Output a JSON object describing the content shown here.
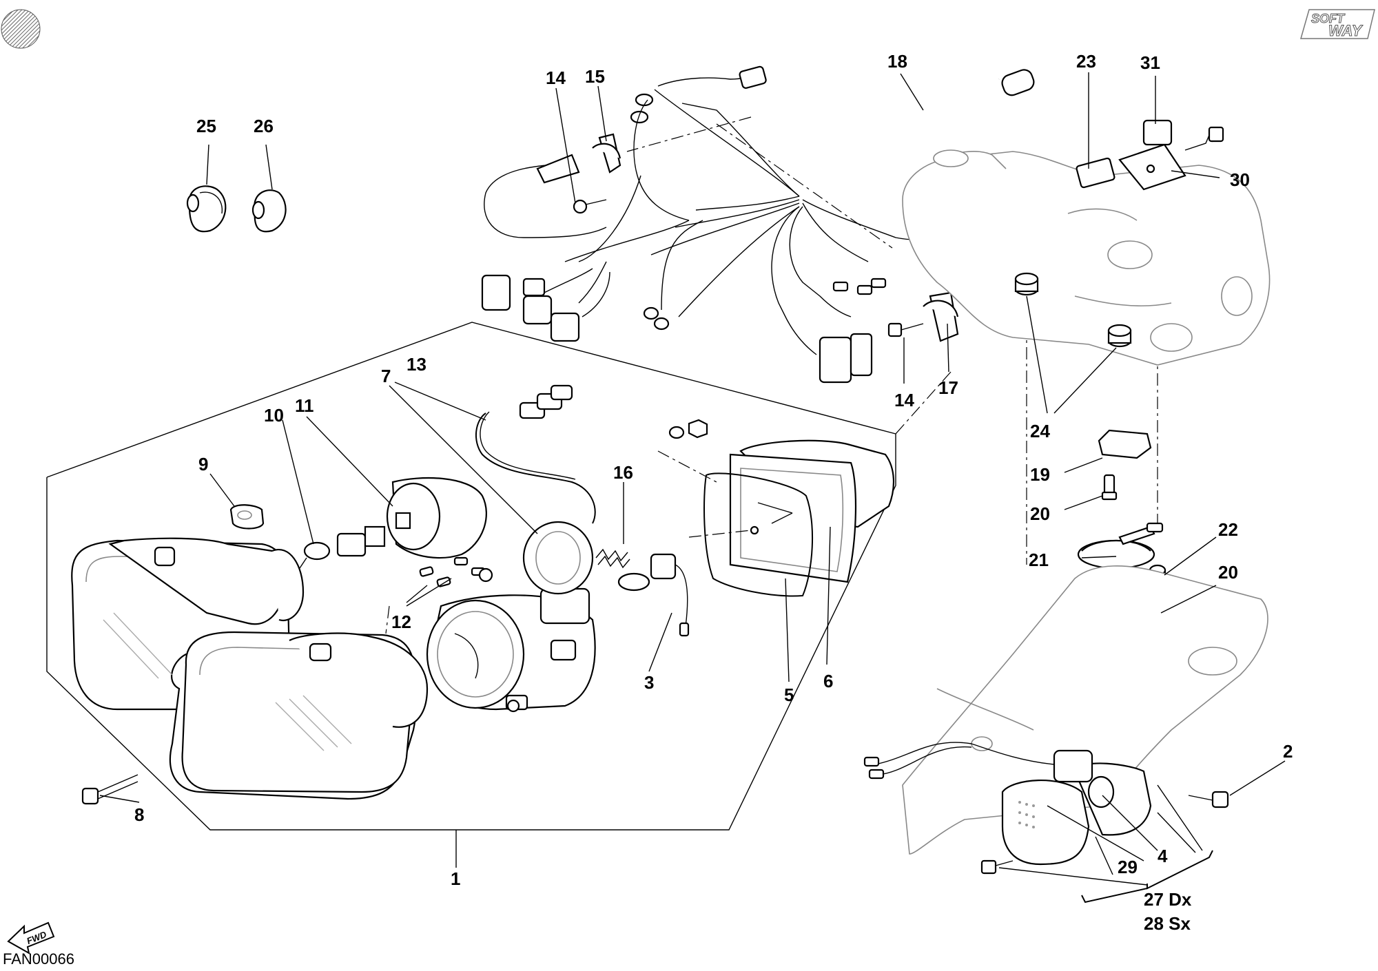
{
  "diagram": {
    "code": "FAN00066",
    "brand": [
      "SOFT",
      "WAY"
    ],
    "fwd_label": "FWD",
    "callouts": {
      "c1": "1",
      "c2": "2",
      "c3": "3",
      "c4": "4",
      "c5": "5",
      "c6": "6",
      "c7": "7",
      "c8": "8",
      "c9": "9",
      "c10": "10",
      "c11": "11",
      "c12": "12",
      "c13": "13",
      "c14a": "14",
      "c14b": "14",
      "c15": "15",
      "c16": "16",
      "c17": "17",
      "c18": "18",
      "c19": "19",
      "c20a": "20",
      "c20b": "20",
      "c21": "21",
      "c22": "22",
      "c23": "23",
      "c24": "24",
      "c25": "25",
      "c26": "26",
      "c27": "27 Dx",
      "c28": "28 Sx",
      "c29": "29",
      "c30": "30",
      "c31": "31"
    }
  }
}
